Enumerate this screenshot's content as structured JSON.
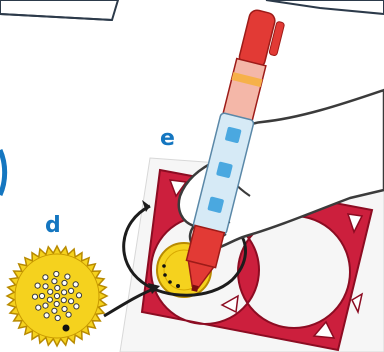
{
  "labels": {
    "step_e": "e",
    "step_d": "d"
  },
  "colors": {
    "accent_blue": "#1476c0",
    "template_red": "#cc1f3d",
    "template_dark_red": "#a8102a",
    "gear_yellow": "#f5d21e",
    "gear_outline": "#b88a00",
    "pen_red": "#e23a35",
    "arrow_dark": "#1c1c1c"
  },
  "icons": [
    "pen-illustration",
    "hand-illustration",
    "gear-wheel-illustration",
    "stencil-template-illustration",
    "curved-arrow-icon",
    "rotate-arrow-icon"
  ]
}
